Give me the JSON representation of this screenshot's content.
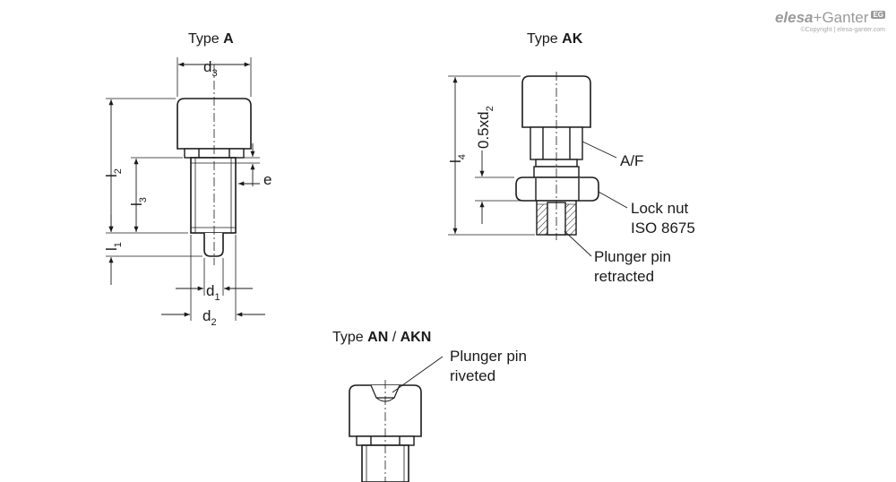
{
  "logo": {
    "brand": "elesa",
    "separator": "+",
    "partner": "Ganter",
    "badge": "EG",
    "copyright": "©Copyright | elesa-ganter.com"
  },
  "type_a": {
    "title_prefix": "Type ",
    "title_bold": "A",
    "dims": {
      "d3": {
        "base": "d",
        "sub": "3"
      },
      "l2": {
        "base": "l",
        "sub": "2"
      },
      "l3": {
        "base": "l",
        "sub": "3"
      },
      "l1": {
        "base": "l",
        "sub": "1"
      },
      "e": "e",
      "d1": {
        "base": "d",
        "sub": "1"
      },
      "d2": {
        "base": "d",
        "sub": "2"
      }
    }
  },
  "type_ak": {
    "title_prefix": "Type ",
    "title_bold": "AK",
    "dims": {
      "l4": {
        "base": "l",
        "sub": "4"
      },
      "half_d2": {
        "base": "0.5xd",
        "sub": "2"
      }
    },
    "callouts": {
      "af": "A/F",
      "lock_nut_1": "Lock nut",
      "lock_nut_2": "ISO 8675",
      "plunger_1": "Plunger pin",
      "plunger_2": "retracted"
    }
  },
  "type_an": {
    "title_prefix": "Type ",
    "title_bold_1": "AN",
    "title_sep": " / ",
    "title_bold_2": "AKN",
    "callouts": {
      "plunger_1": "Plunger pin",
      "plunger_2": "riveted"
    }
  }
}
